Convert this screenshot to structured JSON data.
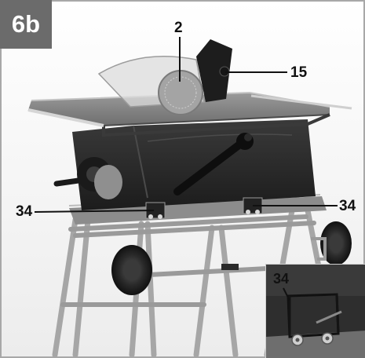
{
  "figure": {
    "label": "6b",
    "callouts": {
      "guard": "2",
      "fence_knob": "15",
      "latch_left": "34",
      "latch_right": "34",
      "latch_inset": "34"
    }
  },
  "colors": {
    "badge_bg": "#6b6b6b",
    "frame": "#a8a8a8",
    "machine_body": "#2a2a2a",
    "background": "#f4f4f4"
  }
}
